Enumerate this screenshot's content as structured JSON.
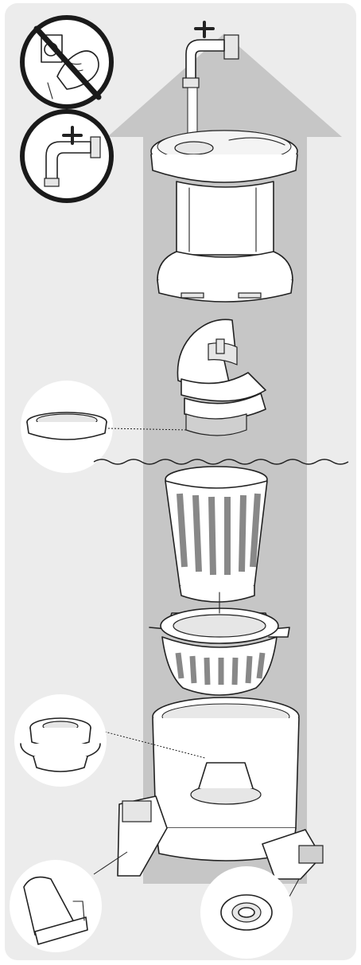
{
  "figure": {
    "kind": "illustration",
    "subject": "cleaning-instructions",
    "colors": {
      "panel": "#ececec",
      "arrow": "#c6c6c6",
      "outline": "#222222",
      "prohibit": "#1a1a1a",
      "callout": "#ffffff"
    }
  },
  "steps": [
    {
      "id": "no-dishwasher",
      "icon": "prohibited-dishwasher-icon"
    },
    {
      "id": "rinse-under-tap",
      "icon": "water-tap-icon"
    }
  ],
  "parts": [
    "tap",
    "lid-and-feed-chute",
    "auger",
    "silicone-ring",
    "inner-strainer",
    "rotating-brush",
    "bowl-base",
    "outlet-seal",
    "juice-cap",
    "wiper-blade",
    "flap-seal"
  ]
}
